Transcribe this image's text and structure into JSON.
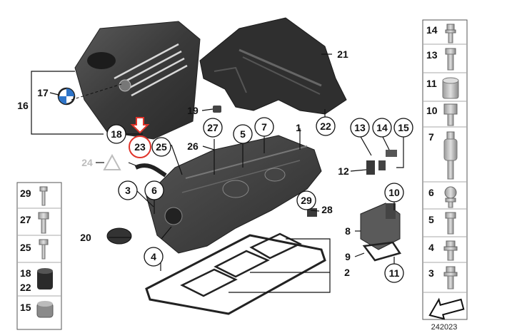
{
  "main_callouts": {
    "c1": "1",
    "c2": "2",
    "c3": "3",
    "c4": "4",
    "c5": "5",
    "c6": "6",
    "c7": "7",
    "c8": "8",
    "c9": "9",
    "c10": "10",
    "c11": "11",
    "c12": "12",
    "c13": "13",
    "c14": "14",
    "c15": "15",
    "c16": "16",
    "c17": "17",
    "c18": "18",
    "c19": "19",
    "c20": "20",
    "c21": "21",
    "c22": "22",
    "c23": "23",
    "c24": "24",
    "c25": "25",
    "c26": "26",
    "c27": "27",
    "c28": "28",
    "c29": "29"
  },
  "left_column": [
    "29",
    "27",
    "25",
    "18",
    "22",
    "15"
  ],
  "right_column": [
    "14",
    "13",
    "11",
    "10",
    "7",
    "6",
    "5",
    "4",
    "3"
  ],
  "diagram_number": "242023",
  "highlight_color": "#e0352b"
}
